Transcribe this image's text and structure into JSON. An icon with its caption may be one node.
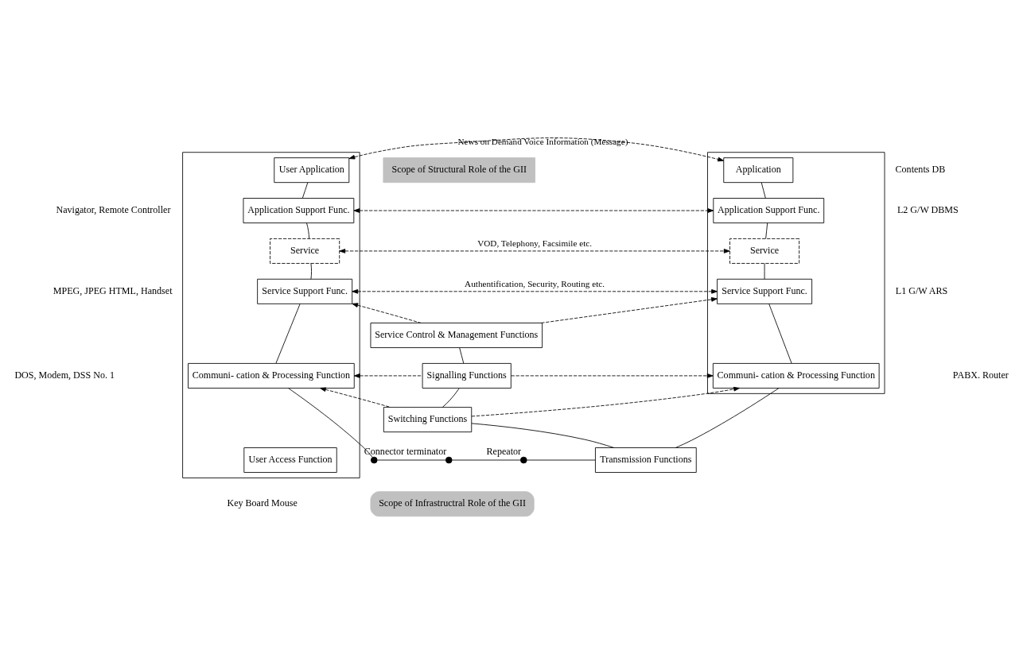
{
  "diagram": {
    "nodes": [
      {
        "text": [
          "Scope of Structural Role of the GII"
        ]
      },
      {
        "text": [],
        "shape": "box"
      },
      {
        "text": [
          "User Application"
        ],
        "in": 1
      },
      {
        "text": [
          "Application Support Func."
        ],
        "in": 1
      },
      {
        "text": [
          "Service"
        ],
        "in": 1
      },
      {
        "text": [
          "Service Support Func."
        ],
        "in": 1
      },
      {
        "text": [
          "Communi- cation & Processing Function"
        ],
        "in": 1
      },
      {
        "text": [
          "User Access Function"
        ],
        "in": 1
      },
      {
        "text": [
          "Service Control & Management Functions"
        ]
      },
      {
        "text": [
          "Signalling Functions"
        ]
      },
      {
        "text": [
          "Switching Functions"
        ]
      },
      {
        "text": [
          "Transmission Functions"
        ]
      },
      {
        "text": [],
        "shape": "box"
      },
      {
        "text": [
          "Application"
        ],
        "in": 12
      },
      {
        "text": [
          "Application Support Func."
        ],
        "in": 12
      },
      {
        "text": [
          "Service"
        ],
        "in": 12
      },
      {
        "text": [
          "Service Support Func."
        ],
        "in": 12
      },
      {
        "text": [
          "Communi- cation & Processing Function"
        ],
        "in": 12
      },
      {
        "text": [
          "Scope of Infrastructral Role of the GII"
        ]
      },
      {
        "text": [],
        "shape": "circle"
      },
      {
        "text": [],
        "shape": "circle",
        "beside": [
          "Connector terminator"
        ]
      },
      {
        "text": [],
        "shape": "circle",
        "beside": [
          "Repeator"
        ]
      }
    ],
    "edges": [
      {
        "from": 2,
        "to": 3,
        "arrow": "none"
      },
      {
        "from": 3,
        "to": 4,
        "arrow": "none"
      },
      {
        "from": 4,
        "to": 5,
        "arrow": "none"
      },
      {
        "from": 5,
        "to": 6,
        "arrow": "none"
      },
      {
        "from": 13,
        "to": 14,
        "arrow": "none"
      },
      {
        "from": 14,
        "to": 15,
        "arrow": "none"
      },
      {
        "from": 15,
        "to": 16,
        "arrow": "none"
      },
      {
        "from": 16,
        "to": 17,
        "arrow": "none"
      },
      {
        "from": 8,
        "to": 9,
        "arrow": "none"
      },
      {
        "from": 9,
        "to": 10,
        "arrow": "none"
      },
      {
        "from": 10,
        "to": 11,
        "arrow": "none"
      },
      {
        "from": 2,
        "to": 13,
        "arrow": "both",
        "style": "dashed",
        "label": "News on Demand Voice Information (Message)"
      },
      {
        "from": 3,
        "to": 14,
        "arrow": "both",
        "style": "dashed"
      },
      {
        "from": 4,
        "to": 15,
        "arrow": "both",
        "style": "dashed",
        "label": "VOD, Telephony, Facsimile etc."
      },
      {
        "from": 5,
        "to": 16,
        "arrow": "both",
        "style": "dashed",
        "label": "Authentification, Security, Routing etc."
      },
      {
        "from": 8,
        "to": 5,
        "arrow": "to",
        "style": "dashed"
      },
      {
        "from": 8,
        "to": 16,
        "arrow": "to",
        "style": "dashed"
      },
      {
        "from": 9,
        "to": 6,
        "arrow": "to",
        "style": "dashed"
      },
      {
        "from": 9,
        "to": 17,
        "arrow": "to",
        "style": "dashed"
      },
      {
        "from": 10,
        "to": 6,
        "arrow": "to",
        "style": "dashed"
      },
      {
        "from": 10,
        "to": 17,
        "arrow": "to",
        "style": "dashed"
      },
      {
        "from": 6,
        "to": 19,
        "arrow": "none"
      },
      {
        "from": 19,
        "to": 20,
        "arrow": "none"
      },
      {
        "from": 20,
        "to": 21,
        "arrow": "none"
      },
      {
        "from": 21,
        "to": 11,
        "arrow": "none"
      },
      {
        "from": 11,
        "to": 17,
        "arrow": "none"
      }
    ],
    "labels": [
      "Contents DB",
      "Navigator, Remote Controller",
      "L2 G/W DBMS",
      "MPEG, JPEG HTML, Handset",
      "L1 G/W ARS",
      "DOS, Modem, DSS No. 1",
      "PABX. Router",
      "Key Board Mouse"
    ]
  }
}
